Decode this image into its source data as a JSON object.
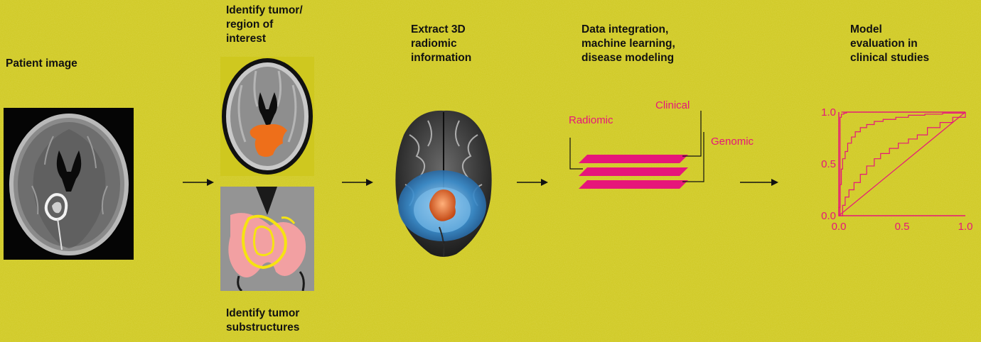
{
  "steps": {
    "patient_image": "Patient image",
    "identify_tumor": "Identify tumor/\nregion of\ninterest",
    "identify_substructures": "Identify tumor\nsubstructures",
    "extract_3d": "Extract 3D\nradiomic\ninformation",
    "data_integration": "Data integration,\nmachine learning,\ndisease modeling",
    "model_evaluation": "Model\nevaluation in\nclinical studies"
  },
  "layers": {
    "radiomic": "Radiomic",
    "clinical": "Clinical",
    "genomic": "Genomic"
  },
  "chart_data": {
    "type": "line",
    "x_ticks": [
      "0.0",
      "0.5",
      "1.0"
    ],
    "y_ticks": [
      "0.0",
      "0.5",
      "1.0"
    ],
    "xlim": [
      0,
      1
    ],
    "ylim": [
      0,
      1
    ],
    "series": [
      {
        "x": [
          0,
          0,
          0.01,
          0.02,
          0.04,
          0.06,
          0.1,
          0.15,
          0.22,
          0.32,
          0.45,
          0.6,
          0.75,
          0.9,
          1.0
        ],
        "y": [
          0,
          0.08,
          0.95,
          0.98,
          0.99,
          1,
          1,
          1,
          1,
          1,
          1,
          1,
          1,
          1,
          1
        ]
      },
      {
        "x": [
          0,
          0.01,
          0.02,
          0.03,
          0.05,
          0.07,
          0.1,
          0.13,
          0.17,
          0.22,
          0.28,
          0.35,
          0.45,
          0.55,
          0.68,
          0.82,
          1.0
        ],
        "y": [
          0,
          0.3,
          0.45,
          0.55,
          0.62,
          0.7,
          0.76,
          0.81,
          0.85,
          0.88,
          0.91,
          0.93,
          0.95,
          0.97,
          0.98,
          0.99,
          1
        ]
      },
      {
        "x": [
          0,
          0.03,
          0.05,
          0.08,
          0.12,
          0.17,
          0.22,
          0.28,
          0.33,
          0.4,
          0.47,
          0.55,
          0.62,
          0.7,
          0.8,
          0.9,
          1.0
        ],
        "y": [
          0,
          0.1,
          0.18,
          0.25,
          0.32,
          0.4,
          0.48,
          0.55,
          0.6,
          0.65,
          0.7,
          0.74,
          0.78,
          0.85,
          0.9,
          0.95,
          1
        ]
      },
      {
        "x": [
          0,
          1
        ],
        "y": [
          0,
          1
        ]
      }
    ],
    "colors": {
      "curve": "#e6167a",
      "background": "#cfc81f"
    }
  }
}
